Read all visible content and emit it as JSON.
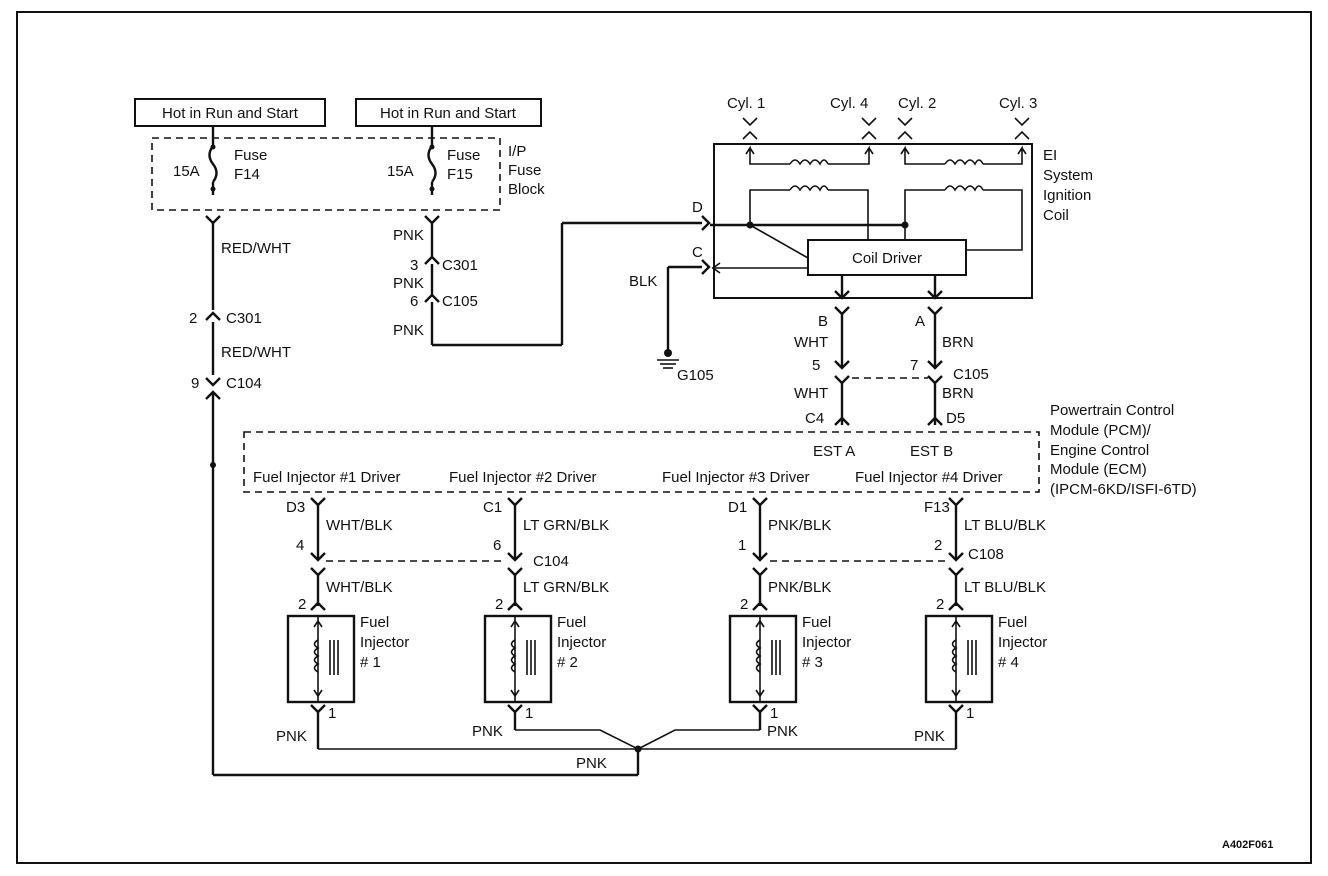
{
  "hot_labels": [
    "Hot in Run and Start",
    "Hot in Run and Start"
  ],
  "fuse_block": {
    "label": [
      "I/P",
      "Fuse",
      "Block"
    ],
    "fuses": [
      {
        "amp": "15A",
        "name": [
          "Fuse",
          "F14"
        ]
      },
      {
        "amp": "15A",
        "name": [
          "Fuse",
          "F15"
        ]
      }
    ]
  },
  "left_feed": {
    "wire1": "RED/WHT",
    "pin_c301": "2",
    "conn_c301": "C301",
    "wire2": "RED/WHT",
    "pin_c104": "9",
    "conn_c104": "C104"
  },
  "mid_feed": {
    "wire1": "PNK",
    "pin_c301": "3",
    "conn_c301": "C301",
    "wire2": "PNK",
    "pin_c105": "6",
    "conn_c105": "C105",
    "wire3": "PNK"
  },
  "coil": {
    "title": [
      "EI",
      "System",
      "Ignition",
      "Coil"
    ],
    "driver": "Coil Driver",
    "cylinders": [
      "Cyl. 1",
      "Cyl. 4",
      "Cyl. 2",
      "Cyl. 3"
    ],
    "term_d": "D",
    "term_c": "C",
    "ground_wire": "BLK",
    "ground": "G105",
    "term_b": "B",
    "wire_b": "WHT",
    "pin_b": "5",
    "wire_b2": "WHT",
    "pcm_b": "C4",
    "term_a": "A",
    "wire_a": "BRN",
    "pin_a": "7",
    "conn": "C105",
    "wire_a2": "BRN",
    "pcm_a": "D5"
  },
  "pcm": {
    "title": [
      "Powertrain Control",
      "Module (PCM)/",
      "Engine Control",
      "Module (ECM)",
      "(IPCM-6KD/ISFI-6TD)"
    ],
    "est": [
      "EST A",
      "EST B"
    ],
    "drivers": [
      "Fuel Injector #1 Driver",
      "Fuel Injector #2 Driver",
      "Fuel Injector #3 Driver",
      "Fuel Injector #4 Driver"
    ]
  },
  "injectors": [
    {
      "pcm_pin": "D3",
      "wire": "WHT/BLK",
      "pin": "4",
      "wire2": "WHT/BLK",
      "inj_pin_top": "2",
      "label": [
        "Fuel",
        "Injector",
        "# 1"
      ],
      "inj_pin_bot": "1",
      "ret": "PNK"
    },
    {
      "pcm_pin": "C1",
      "wire": "LT GRN/BLK",
      "pin": "6",
      "wire2": "LT GRN/BLK",
      "inj_pin_top": "2",
      "label": [
        "Fuel",
        "Injector",
        "# 2"
      ],
      "inj_pin_bot": "1",
      "ret": "PNK"
    },
    {
      "pcm_pin": "D1",
      "wire": "PNK/BLK",
      "pin": "1",
      "wire2": "PNK/BLK",
      "inj_pin_top": "2",
      "label": [
        "Fuel",
        "Injector",
        "# 3"
      ],
      "inj_pin_bot": "1",
      "ret": "PNK"
    },
    {
      "pcm_pin": "F13",
      "wire": "LT BLU/BLK",
      "pin": "2",
      "wire2": "LT BLU/BLK",
      "inj_pin_top": "2",
      "label": [
        "Fuel",
        "Injector",
        "# 4"
      ],
      "inj_pin_bot": "1",
      "ret": "PNK"
    }
  ],
  "inj_conn_left": "C104",
  "inj_conn_right": "C108",
  "common_return": "PNK",
  "figure_id": "A402F061"
}
